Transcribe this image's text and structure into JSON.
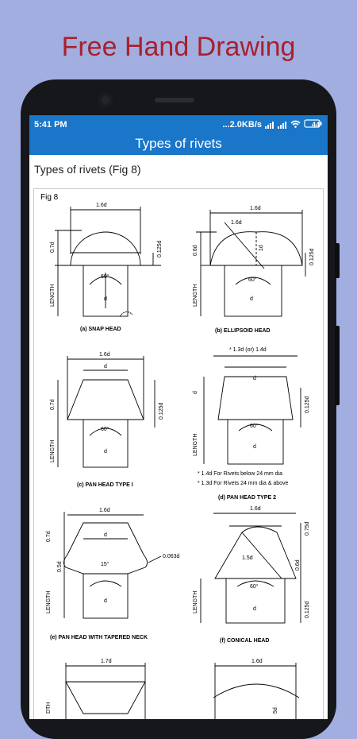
{
  "promo_title": "Free Hand Drawing",
  "status": {
    "time": "5:41 PM",
    "speed": "...2.0KB/s",
    "battery": "44"
  },
  "app": {
    "title": "Types of rivets",
    "subtitle": "Types of rivets (Fig 8)"
  },
  "figure": {
    "label": "Fig 8",
    "a": {
      "caption": "(a) SNAP HEAD",
      "w": "1.6d",
      "h1": "0.7d",
      "h2": "0.125d",
      "angle": "60°",
      "d": "d",
      "len": "LENGTH"
    },
    "b": {
      "caption": "(b) ELLIPSOID HEAD",
      "w": "1.6d",
      "r": "1.6d",
      "h1": "0.6d",
      "h2": "0.125d",
      "h3": "1d",
      "angle": "60°",
      "d": "d",
      "len": "LENGTH"
    },
    "c": {
      "caption": "(c) PAN HEAD TYPE  I",
      "w": "1.6d",
      "d1": "d",
      "h1": "0.7d",
      "h2": "0.125d",
      "angle": "60°",
      "d": "d",
      "len": "LENGTH"
    },
    "d": {
      "caption": "(d) PAN HEAD TYPE 2",
      "w": "*  1.3d (or) 1.4d",
      "d1": "d",
      "h1": "d",
      "h2": "0.125d",
      "angle": "60°",
      "d": "d",
      "len": "LENGTH",
      "note1": "* 1.4d For Rivets below 24 mm dia",
      "note2": "* 1.3d For Rivets 24 mm dia & above"
    },
    "e": {
      "caption": "(e) PAN HEAD WITH TAPERED NECK",
      "w": "1.6d",
      "d1": "d",
      "h1": "0.7d",
      "h2": "0.5d",
      "angle": "15°",
      "r": "0.063d",
      "d": "d",
      "len": "LENGTH"
    },
    "f": {
      "caption": "(f) CONICAL HEAD",
      "w": "1.6d",
      "r": "1.5d",
      "h1": "0.75d",
      "h2": "0.6d",
      "h3": "0.125d",
      "angle": "60°",
      "d": "d",
      "len": "LENGTH"
    },
    "g": {
      "w": "1.7d",
      "side": "DTH"
    },
    "h": {
      "w": "1.6d",
      "side": "5d"
    }
  }
}
